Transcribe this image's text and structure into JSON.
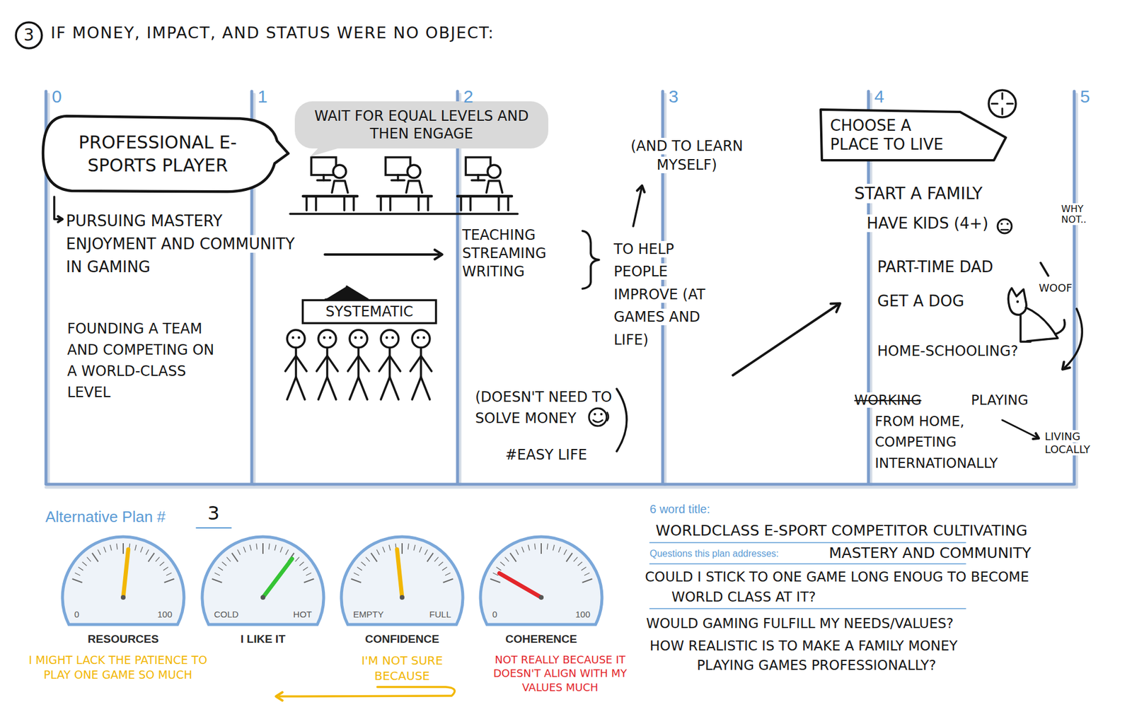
{
  "diagram": {
    "title": "IF MONEY, IMPACT, AND STATUS WERE NO OBJECT:",
    "nodes": [
      {
        "text": [
          "3"
        ]
      },
      {
        "text": [
          "PROFESSIONAL E-SPORTS PLAYER"
        ]
      },
      {
        "text": [
          "WAIT FOR EQUAL LEVELS AND THEN ENGAGE"
        ]
      },
      {
        "text": [
          "SYSTEMATIC"
        ]
      },
      {
        "text": [
          "CHOOSE A PLACE TO LIVE"
        ]
      },
      {
        "text": [
          "0",
          "100",
          "RESOURCES"
        ]
      },
      {
        "text": [
          "COLD",
          "HOT",
          "I LIKE IT"
        ]
      },
      {
        "text": [
          "EMPTY",
          "FULL",
          "CONFIDENCE"
        ]
      },
      {
        "text": [
          "0",
          "100",
          "COHERENCE"
        ]
      }
    ],
    "labels": [
      "0",
      "1",
      "2",
      "3",
      "4",
      "5",
      "PURSUING MASTERY ENJOYMENT AND COMMUNITY IN GAMING",
      "FOUNDING A TEAM AND COMPETING ON A WORLD-CLASS LEVEL",
      "TEACHING STREAMING WRITING",
      "(AND TO LEARN MYSELF)",
      "TO HELP PEOPLE IMPROVE (AT GAMES AND LIFE)",
      "(DOESN'T NEED TO SOLVE MONEY",
      "#EASY LIFE",
      "START A FAMILY",
      "HAVE KIDS (4+)",
      "WHY NOT..",
      "PART-TIME DAD",
      "GET A DOG",
      "WOOF",
      "HOME-SCHOOLING?",
      "WORKING",
      "PLAYING FROM HOME, COMPETING INTERNATIONALLY",
      "LIVING LOCALLY",
      "Alternative Plan #",
      "3",
      "6 word title:",
      "WORLDCLASS E-SPORT COMPETITOR CULTIVATING",
      "Questions this plan addresses:",
      "MASTERY AND COMMUNITY",
      "COULD I STICK TO ONE GAME LONG ENOUG TO BECOME WORLD CLASS AT IT?",
      "WOULD GAMING FULFILL MY NEEDS/VALUES?",
      "HOW REALISTIC IS TO MAKE A FAMILY MONEY PLAYING GAMES PROFESSIONALLY?",
      "I MIGHT LACK THE PATIENCE TO PLAY ONE GAME SO MUCH",
      "I'M NOT SURE BECAUSE",
      "NOT REALLY BECAUSE IT DOESN'T ALIGN WITH MY VALUES MUCH"
    ]
  }
}
